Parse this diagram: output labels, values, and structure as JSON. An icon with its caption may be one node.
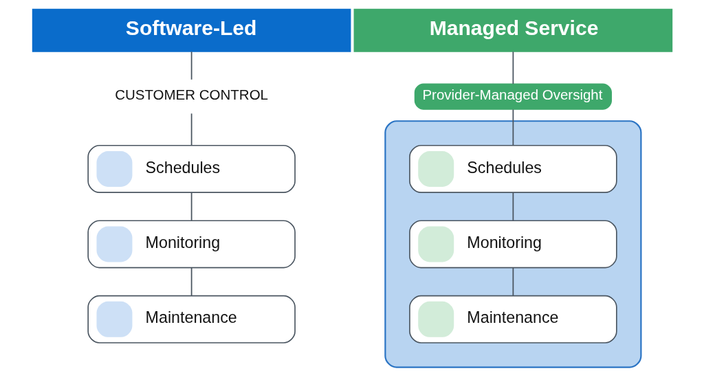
{
  "diagram": {
    "nodes": [
      {
        "text": [
          "Software-Led"
        ]
      },
      {
        "text": [
          "CUSTOMER CONTROL"
        ]
      },
      {
        "text": [
          "Schedules"
        ]
      },
      {
        "text": [
          "Monitoring"
        ]
      },
      {
        "text": [
          "Maintenance"
        ]
      },
      {
        "text": [
          "Managed Service"
        ]
      },
      {
        "text": [
          "Provider-Managed Oversight"
        ]
      },
      {
        "text": [],
        "shape": "box"
      },
      {
        "text": [
          "Schedules"
        ],
        "in": 7
      },
      {
        "text": [
          "Monitoring"
        ],
        "in": 7
      },
      {
        "text": [
          "Maintenance"
        ],
        "in": 7
      }
    ],
    "edges": [
      {
        "from": 0,
        "to": 1,
        "arrow": "none"
      },
      {
        "from": 1,
        "to": 2,
        "arrow": "none"
      },
      {
        "from": 2,
        "to": 3,
        "arrow": "none"
      },
      {
        "from": 3,
        "to": 4,
        "arrow": "none"
      },
      {
        "from": 5,
        "to": 6,
        "arrow": "none"
      },
      {
        "from": 6,
        "to": 8,
        "arrow": "none"
      },
      {
        "from": 8,
        "to": 9,
        "arrow": "none"
      },
      {
        "from": 9,
        "to": 10,
        "arrow": "none"
      }
    ]
  }
}
